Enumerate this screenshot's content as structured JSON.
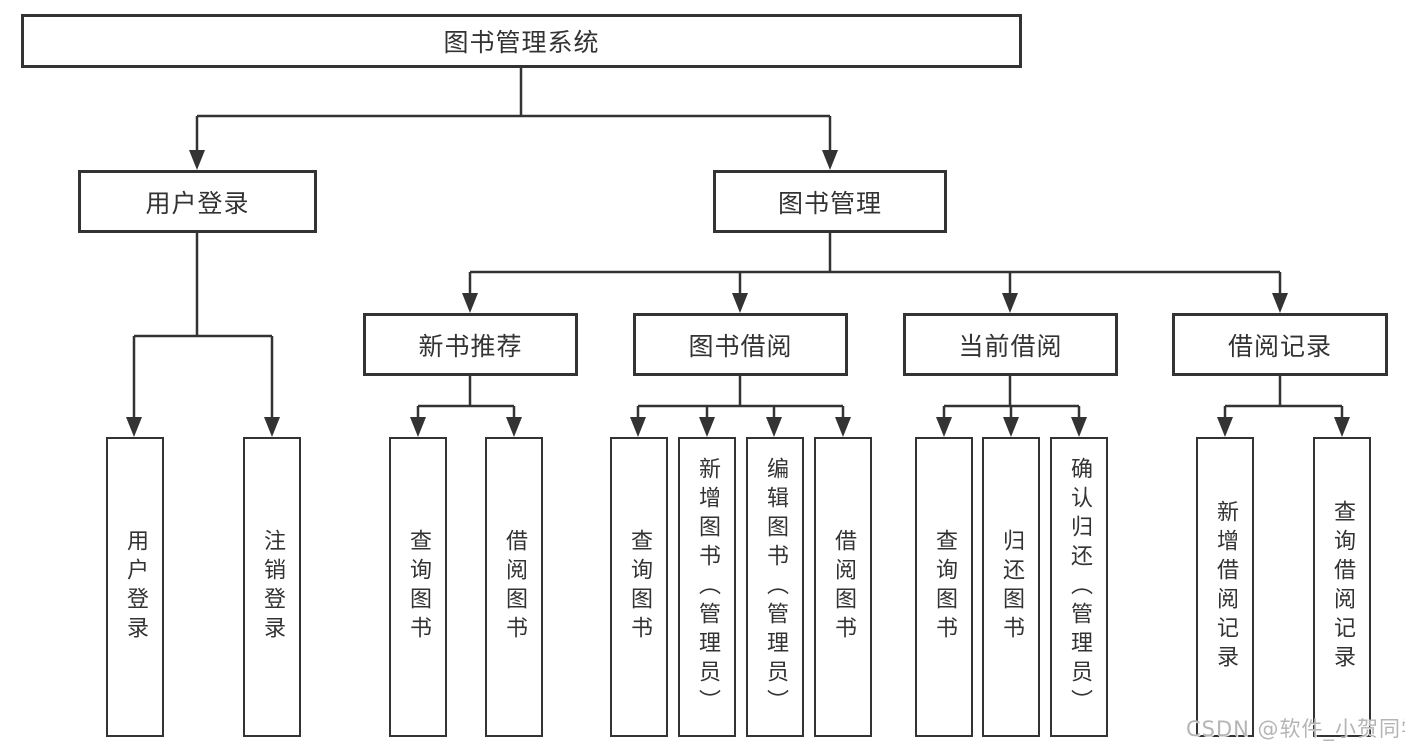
{
  "diagram": {
    "root": {
      "label": "图书管理系统"
    },
    "level2": [
      {
        "label": "用户登录",
        "children": [
          {
            "label": "用户登录"
          },
          {
            "label": "注销登录"
          }
        ]
      },
      {
        "label": "图书管理",
        "children": [
          {
            "label": "新书推荐",
            "children": [
              {
                "label": "查询图书"
              },
              {
                "label": "借阅图书"
              }
            ]
          },
          {
            "label": "图书借阅",
            "children": [
              {
                "label": "查询图书"
              },
              {
                "label": "新增图书（管理员）"
              },
              {
                "label": "编辑图书（管理员）"
              },
              {
                "label": "借阅图书"
              }
            ]
          },
          {
            "label": "当前借阅",
            "children": [
              {
                "label": "查询图书"
              },
              {
                "label": "归还图书"
              },
              {
                "label": "确认归还（管理员）"
              }
            ]
          },
          {
            "label": "借阅记录",
            "children": [
              {
                "label": "新增借阅记录"
              },
              {
                "label": "查询借阅记录"
              }
            ]
          }
        ]
      }
    ]
  },
  "watermark": {
    "text": "CSDN @软件_小贺同学"
  },
  "colors": {
    "line": "#333333",
    "box_border": "#333333",
    "text": "#333333",
    "watermark": "#b5b5b5",
    "background": "#ffffff"
  }
}
